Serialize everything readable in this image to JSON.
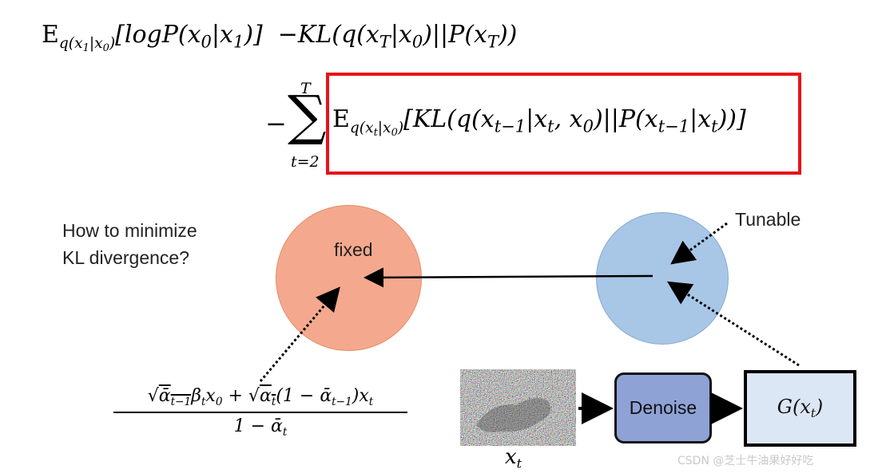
{
  "equations": {
    "line1": {
      "expectation_operator": "E",
      "expectation_subscript": "q(x₁|x₀)",
      "term": "[logP(x₀|x₁)]",
      "kl_term": "−KL(q(x_T|x₀)||P(x_T))"
    },
    "line2": {
      "minus": "−",
      "sum_sign": "∑",
      "sum_upper": "T",
      "sum_lower": "t=2",
      "expectation_operator": "E",
      "expectation_subscript": "q(x_t|x₀)",
      "boxed_term": "[KL(q(x_{t−1}|x_t, x₀)||P(x_{t−1}|x_t))]"
    },
    "highlight_color": "#e8121a"
  },
  "labels": {
    "question_line1": "How to minimize",
    "question_line2": "KL divergence?",
    "fixed": "fixed",
    "tunable": "Tunable",
    "denoise": "Denoise",
    "g_of_xt": "G(x_t)",
    "x_t": "x_t"
  },
  "formula": {
    "numerator": "√ᾱ_{t−1}β_t x₀ + √α_t(1 − ᾱ_{t−1})x_t",
    "denominator": "1 − ᾱ_t"
  },
  "colors": {
    "fixed_circle": "#f4a98e",
    "fixed_dot": "#ec6e23",
    "tunable_circle": "#a8c6e6",
    "tunable_dot": "#3f6fd1",
    "denoise_box": "#8fa2d6",
    "g_box": "#dbe7f5"
  },
  "watermark": "CSDN @芝士牛油果好好吃"
}
